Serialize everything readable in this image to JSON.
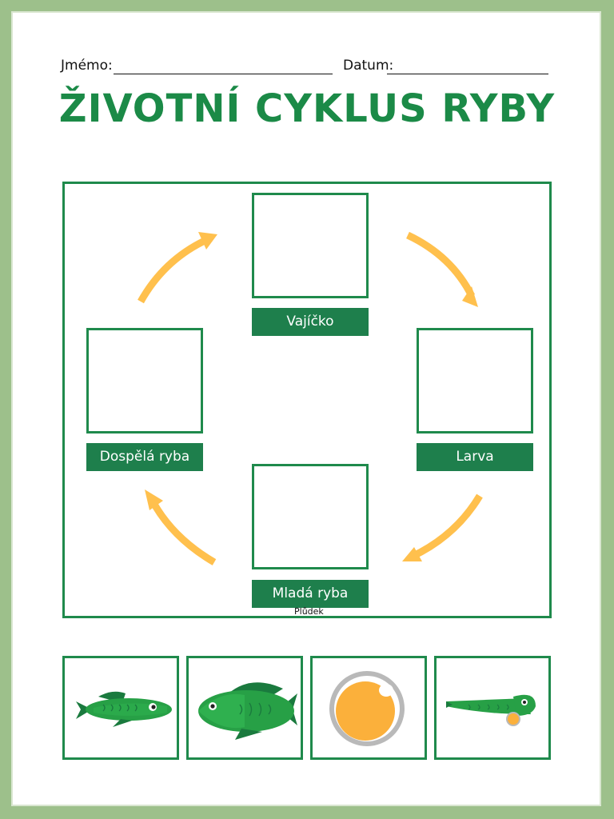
{
  "header": {
    "name_label": "Jmémo:",
    "date_label": "Datum:"
  },
  "title": "ŽIVOTNÍ CYKLUS RYBY",
  "stages": {
    "top": "Vajíčko",
    "right": "Larva",
    "bottom": "Mladá ryba",
    "left": "Dospělá ryba"
  },
  "note": "Plůdek",
  "cards": [
    {
      "icon": "small-fish-icon"
    },
    {
      "icon": "adult-fish-icon"
    },
    {
      "icon": "egg-icon"
    },
    {
      "icon": "larva-icon"
    }
  ],
  "colors": {
    "title_green": "#1b8a47",
    "frame_green": "#1f8a4c",
    "label_green": "#1e7f4c",
    "arrow_orange": "#ffc04d",
    "border_green": "#9dc08b",
    "egg_orange": "#fbb03b"
  }
}
